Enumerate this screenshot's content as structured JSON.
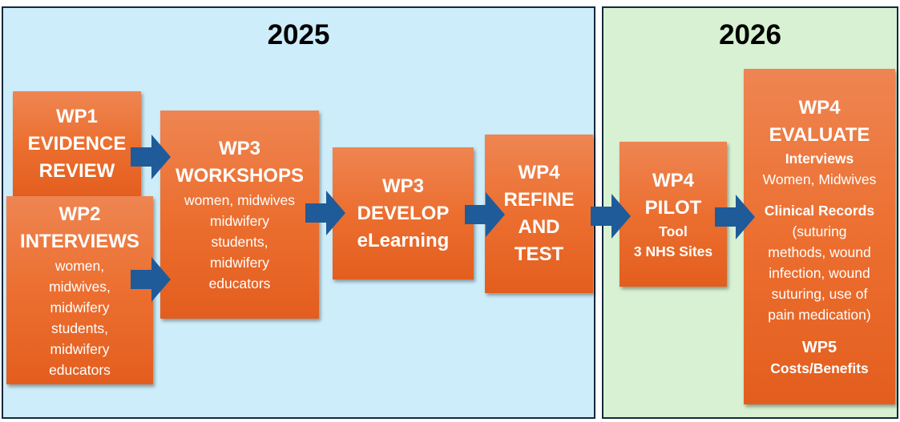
{
  "colors": {
    "panel_2025": "#cdedfa",
    "panel_2026": "#d8f1d2",
    "box": "#ec6f30",
    "arrow": "#1f5b99"
  },
  "panels": {
    "y2025": "2025",
    "y2026": "2026"
  },
  "wp1": {
    "h1": "WP1",
    "h2": "EVIDENCE",
    "h3": "REVIEW"
  },
  "wp2": {
    "h1": "WP2",
    "h2": "INTERVIEWS",
    "l1": "women,",
    "l2": "midwives,",
    "l3": "midwifery",
    "l4": "students,",
    "l5": "midwifery",
    "l6": "educators"
  },
  "wp3w": {
    "h1": "WP3",
    "h2": "WORKSHOPS",
    "l1": "women, midwives",
    "l2": "midwifery",
    "l3": "students,",
    "l4": "midwifery",
    "l5": "educators"
  },
  "wp3d": {
    "h1": "WP3",
    "h2": "DEVELOP",
    "h3": "eLearning"
  },
  "wp4r": {
    "h1": "WP4",
    "h2": "REFINE",
    "h3": "AND",
    "h4": "TEST"
  },
  "wp4p": {
    "h1": "WP4",
    "h2": "PILOT",
    "s1": "Tool",
    "s2": "3 NHS Sites"
  },
  "wp4e": {
    "h1": "WP4",
    "h2": "EVALUATE",
    "s1": "Interviews",
    "l1": "Women, Midwives",
    "s2": "Clinical Records",
    "l2": "(suturing",
    "l3": "methods, wound",
    "l4": "infection, wound",
    "l5": "suturing, use of",
    "l6": "pain medication)",
    "s3": "WP5",
    "s4": "Costs/Benefits"
  }
}
